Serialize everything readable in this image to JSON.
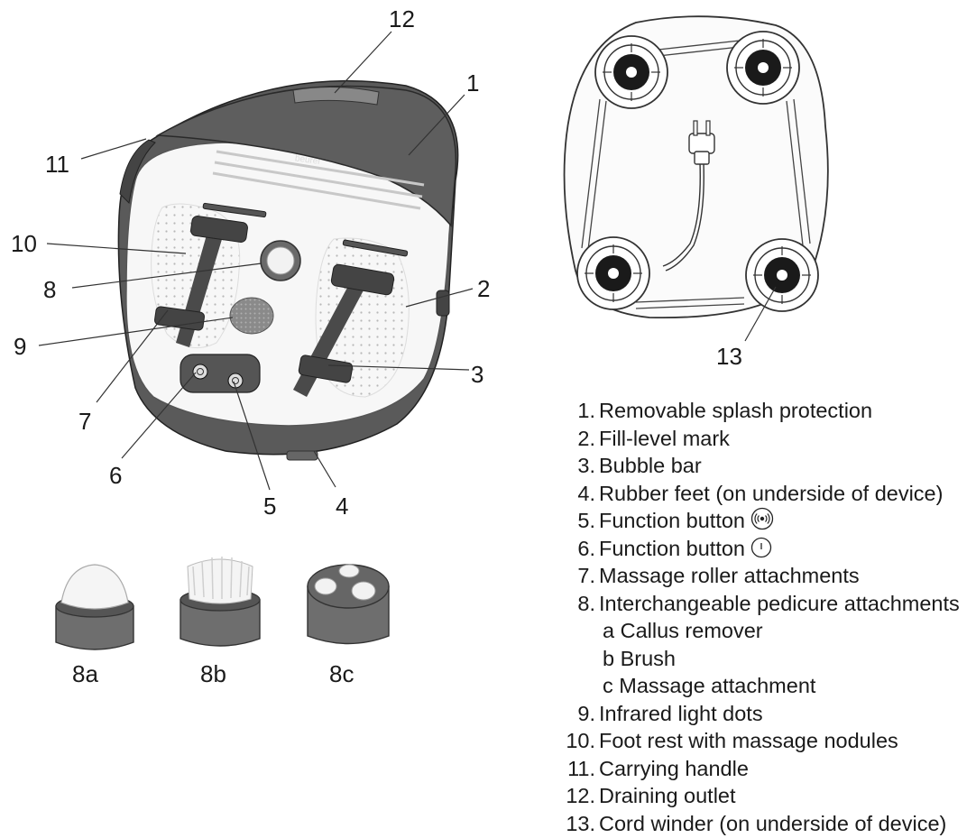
{
  "callouts": {
    "c1": "1",
    "c2": "2",
    "c3": "3",
    "c4": "4",
    "c5": "5",
    "c6": "6",
    "c7": "7",
    "c8": "8",
    "c9": "9",
    "c10": "10",
    "c11": "11",
    "c12": "12",
    "c13": "13",
    "c8a": "8a",
    "c8b": "8b",
    "c8c": "8c"
  },
  "brand": "beurer",
  "legend": [
    {
      "num": "1.",
      "text": "Removable splash protection"
    },
    {
      "num": "2.",
      "text": "Fill-level mark"
    },
    {
      "num": "3.",
      "text": "Bubble bar"
    },
    {
      "num": "4.",
      "text": "Rubber feet (on underside of device)"
    },
    {
      "num": "5.",
      "text": "Function button",
      "icon": "vibration-icon"
    },
    {
      "num": "6.",
      "text": "Function button",
      "icon": "power-icon"
    },
    {
      "num": "7.",
      "text": "Massage roller attachments"
    },
    {
      "num": "8.",
      "text": "Interchangeable pedicure attachments"
    },
    {
      "num": "",
      "text": "a Callus remover"
    },
    {
      "num": "",
      "text": "b Brush"
    },
    {
      "num": "",
      "text": "c Massage attachment"
    },
    {
      "num": "9.",
      "text": "Infrared light dots"
    },
    {
      "num": "10.",
      "text": "Foot rest with massage nodules"
    },
    {
      "num": "11.",
      "text": "Carrying handle"
    },
    {
      "num": "12.",
      "text": "Draining outlet"
    },
    {
      "num": "13.",
      "text": "Cord winder (on underside of device)"
    }
  ]
}
